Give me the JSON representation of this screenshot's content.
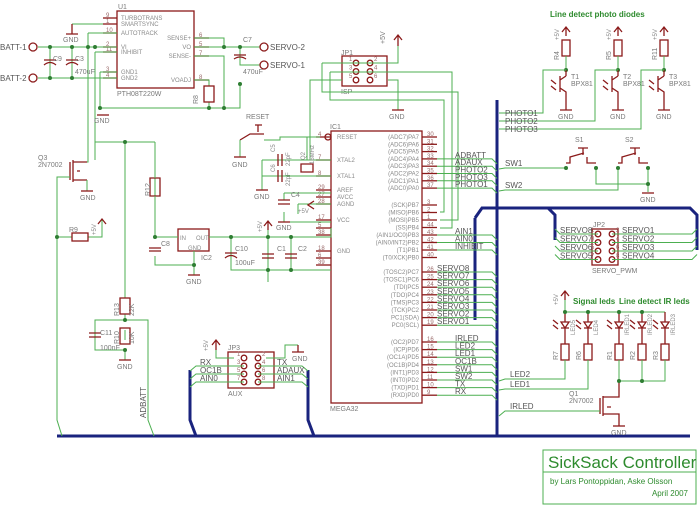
{
  "title_block": {
    "title": "SickSack Controller",
    "authors": "by Lars Pontoppidan, Aske Olsson",
    "date": "April 2007"
  },
  "colors": {
    "wire": "#4caf50",
    "part": "#8b1a1a",
    "bus": "#1a237e",
    "annotation": "#2e8b2e"
  },
  "annotations": {
    "photo_diodes": "Line detect photo diodes",
    "signal_leds": "Signal leds",
    "ir_leds": "Line detect IR leds"
  },
  "power": {
    "vcc": "+5V",
    "gnd": "GND"
  },
  "u1": {
    "name": "U1",
    "part": "PTH08T220W",
    "left_pins": [
      {
        "num": "9",
        "label": "TURBOTRANS"
      },
      {
        "num": "1",
        "label": "SMARTSYNC"
      },
      {
        "num": "10",
        "label": "AUTOTRACK"
      },
      {
        "num": "2",
        "label": "VI"
      },
      {
        "num": "11",
        "label": "INHIBIT"
      },
      {
        "num": "3",
        "label": "GND1"
      },
      {
        "num": "4",
        "label": "GND2"
      }
    ],
    "right_pins": [
      {
        "num": "6",
        "label": "SENSE+"
      },
      {
        "num": "5",
        "label": "VO"
      },
      {
        "num": "7",
        "label": "SENSE-"
      },
      {
        "num": "8",
        "label": "VOADJ"
      }
    ]
  },
  "connectors": {
    "batt1": "BATT-1",
    "batt2": "BATT-2",
    "servo1": "SERVO-1",
    "servo2": "SERVO-2"
  },
  "passives": {
    "c9": "C9",
    "c3": "C3",
    "c3_val": "470uF",
    "c7": "C7",
    "c7_val": "470uF",
    "r8": "R8",
    "c5": "C5",
    "c5_val": "22pF",
    "c6": "C6",
    "c6_val": "22pF",
    "q2": "Q2",
    "q2_val": "16MHz",
    "c4": "C4",
    "c10": "C10",
    "c10_val": "100uF",
    "c1": "C1",
    "c2": "C2",
    "c8": "C8",
    "r12": "R12",
    "r9": "R9",
    "r13": "R13",
    "r13_val": "22K",
    "r10": "R10",
    "r10_val": "10K",
    "c11": "C11",
    "c11_val": "100nF",
    "r4": "R4",
    "r5": "R5",
    "r11": "R11",
    "r7": "R7",
    "r6": "R6",
    "r1": "R1",
    "r2": "R2",
    "r3": "R3"
  },
  "transistors": {
    "q3": "Q3",
    "q3_val": "2N7002",
    "q1": "Q1",
    "q1_val": "2N7002",
    "t1": "T1",
    "t2": "T2",
    "t3": "T3",
    "t_val": "BPX81"
  },
  "leds": [
    "LED5",
    "LED4",
    "IRLED1",
    "IRLED2",
    "IRLED3"
  ],
  "switches": {
    "reset": "RESET",
    "s1": "S1",
    "s2": "S2"
  },
  "ic2": {
    "name": "IC2",
    "in": "IN",
    "out": "OUT",
    "gnd": "GND"
  },
  "jp1": {
    "name": "JP1",
    "label": "ISP",
    "pins": [
      "1",
      "2",
      "3",
      "4",
      "5",
      "6"
    ]
  },
  "jp2": {
    "name": "JP2",
    "label": "SERVO_PWM",
    "pins": [
      "1",
      "2",
      "3",
      "4",
      "5",
      "6",
      "7",
      "8"
    ],
    "left_nets": [
      "SERVO8",
      "SERVO7",
      "SERVO6",
      "SERVO5"
    ],
    "right_nets": [
      "SERVO1",
      "SERVO2",
      "SERVO3",
      "SERVO4"
    ]
  },
  "jp3": {
    "name": "JP3",
    "label": "AUX",
    "pins": [
      "1",
      "2",
      "3",
      "4",
      "5",
      "6",
      "7",
      "8"
    ],
    "left_nets": [
      "RX",
      "OC1B",
      "AIN0"
    ],
    "right_nets": [
      "TX",
      "ADAUX",
      "AIN1"
    ]
  },
  "ic1": {
    "name": "IC1",
    "part": "MEGA32",
    "left_pins": [
      {
        "num": "4",
        "label": "RESET"
      },
      {
        "num": "7",
        "label": "XTAL2"
      },
      {
        "num": "8",
        "label": "XTAL1"
      },
      {
        "num": "29",
        "label": "AREF"
      },
      {
        "num": "27",
        "label": "AVCC"
      },
      {
        "num": "28",
        "label": "AGND"
      },
      {
        "num": "17",
        "label": "VCC"
      },
      {
        "num": "5",
        "label": ""
      },
      {
        "num": "38",
        "label": ""
      },
      {
        "num": "18",
        "label": "GND"
      },
      {
        "num": "6",
        "label": ""
      },
      {
        "num": "39",
        "label": ""
      }
    ],
    "right_pins": [
      {
        "num": "30",
        "label": "(ADC7)PA7",
        "net": ""
      },
      {
        "num": "31",
        "label": "(ADC6)PA6",
        "net": ""
      },
      {
        "num": "32",
        "label": "(ADC5)PA5",
        "net": ""
      },
      {
        "num": "33",
        "label": "(ADC4)PA4",
        "net": "ADBATT"
      },
      {
        "num": "34",
        "label": "(ADC3)PA3",
        "net": "ADAUX"
      },
      {
        "num": "35",
        "label": "(ADC2)PA2",
        "net": "PHOTO2"
      },
      {
        "num": "36",
        "label": "(ADC1)PA1",
        "net": "PHOTO3"
      },
      {
        "num": "37",
        "label": "(ADC0)PA0",
        "net": "PHOTO1"
      },
      {
        "num": "3",
        "label": "(SCK)PB7",
        "net": ""
      },
      {
        "num": "2",
        "label": "(MISO)PB6",
        "net": ""
      },
      {
        "num": "1",
        "label": "(MOSI)PB5",
        "net": ""
      },
      {
        "num": "44",
        "label": "(SS)PB4",
        "net": ""
      },
      {
        "num": "43",
        "label": "(AIN1/OC0)PB3",
        "net": "AIN1"
      },
      {
        "num": "42",
        "label": "(AIN0/INT2)PB2",
        "net": "AIN0"
      },
      {
        "num": "41",
        "label": "(T1)PB1",
        "net": "INHIBIT"
      },
      {
        "num": "40",
        "label": "(T0/XCK)PB0",
        "net": ""
      },
      {
        "num": "26",
        "label": "(TOSC2)PC7",
        "net": "SERVO8"
      },
      {
        "num": "25",
        "label": "(TOSC1)PC6",
        "net": "SERVO7"
      },
      {
        "num": "24",
        "label": "(TDI)PC5",
        "net": "SERVO6"
      },
      {
        "num": "23",
        "label": "(TDO)PC4",
        "net": "SERVO5"
      },
      {
        "num": "22",
        "label": "(TMS)PC3",
        "net": "SERVO4"
      },
      {
        "num": "21",
        "label": "(TCK)PC2",
        "net": "SERVO3"
      },
      {
        "num": "20",
        "label": "PC1(SDA)",
        "net": "SERVO2"
      },
      {
        "num": "19",
        "label": "PC0(SCL)",
        "net": "SERVO1"
      },
      {
        "num": "16",
        "label": "(OC2)PD7",
        "net": "IRLED"
      },
      {
        "num": "15",
        "label": "(ICP)PD6",
        "net": "LED2"
      },
      {
        "num": "14",
        "label": "(OC1A)PD5",
        "net": "LED1"
      },
      {
        "num": "13",
        "label": "(OC1B)PD4",
        "net": "OC1B"
      },
      {
        "num": "12",
        "label": "(INT1)PD3",
        "net": "SW1"
      },
      {
        "num": "11",
        "label": "(INT0)PD2",
        "net": "SW2"
      },
      {
        "num": "10",
        "label": "(TXD)PD1",
        "net": "TX"
      },
      {
        "num": "9",
        "label": "(RXD)PD0",
        "net": "RX"
      }
    ]
  },
  "nets": {
    "photo1": "PHOTO1",
    "photo2": "PHOTO2",
    "photo3": "PHOTO3",
    "sw1": "SW1",
    "sw2": "SW2",
    "led1": "LED1",
    "led2": "LED2",
    "irled": "IRLED",
    "adbatt": "ADBATT"
  }
}
